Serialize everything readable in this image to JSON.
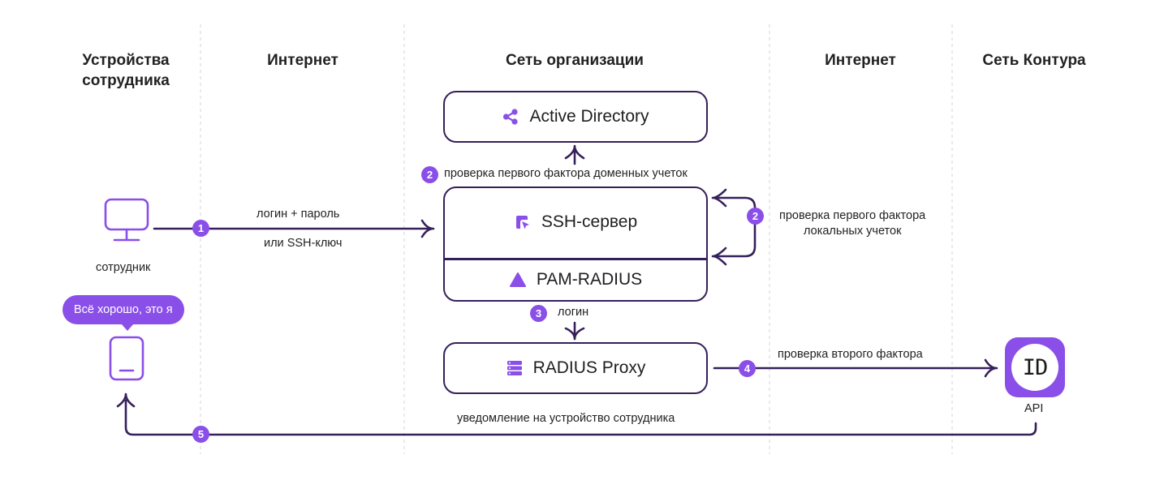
{
  "columns": {
    "devices": "Устройства сотрудника",
    "internet_left": "Интернет",
    "org_network": "Сеть организации",
    "internet_right": "Интернет",
    "kontur_network": "Сеть Контура"
  },
  "nodes": {
    "active_directory": "Active Directory",
    "ssh_server": "SSH-сервер",
    "pam_radius": "PAM-RADIUS",
    "radius_proxy": "RADIUS Proxy",
    "employee": "сотрудник",
    "api": "API",
    "id_logo": "ID"
  },
  "bubble": "Всё хорошо, это я",
  "steps": {
    "s1": "1",
    "s1_label_line1": "логин + пароль",
    "s1_label_line2": "или SSH-ключ",
    "s2a": "2",
    "s2a_label": "проверка первого фактора доменных учеток",
    "s2b": "2",
    "s2b_label_line1": "проверка первого фактора",
    "s2b_label_line2": "локальных учеток",
    "s3": "3",
    "s3_label": "логин",
    "s4": "4",
    "s4_label": "проверка второго фактора",
    "s5": "5",
    "s5_label": "уведомление на устройство сотрудника"
  },
  "colors": {
    "accent": "#8a4fe8",
    "line": "#35205a",
    "divider": "#d6d6d6"
  }
}
